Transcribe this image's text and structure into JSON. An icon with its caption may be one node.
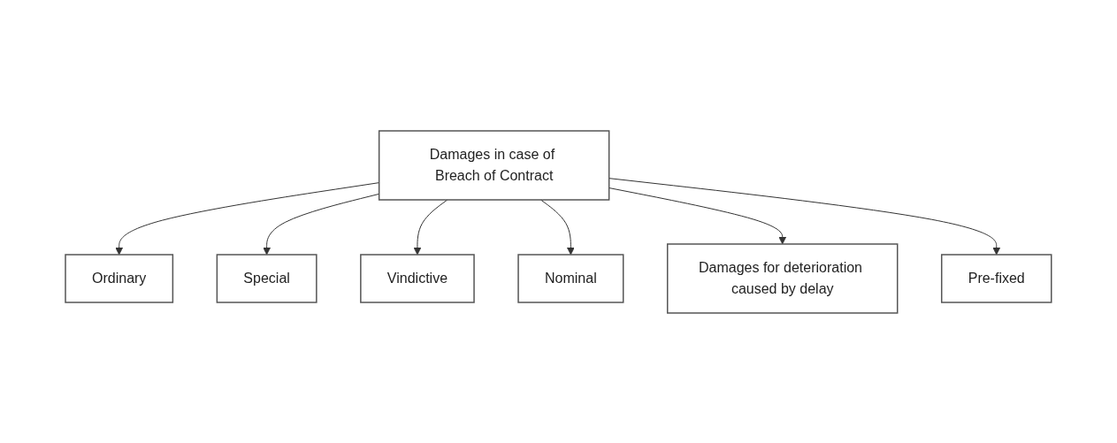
{
  "diagram": {
    "nodes": [
      {
        "text": [
          "Damages in case of Breach of Contract"
        ]
      },
      {
        "text": [
          "Ordinary"
        ]
      },
      {
        "text": [
          "Special"
        ]
      },
      {
        "text": [
          "Vindictive"
        ]
      },
      {
        "text": [
          "Nominal"
        ]
      },
      {
        "text": [
          "Damages for deterioration caused by delay"
        ]
      },
      {
        "text": [
          "Pre-fixed"
        ]
      }
    ],
    "edges": [
      {
        "from": 0,
        "to": 1,
        "arrow": "to"
      },
      {
        "from": 0,
        "to": 2,
        "arrow": "to"
      },
      {
        "from": 0,
        "to": 3,
        "arrow": "to"
      },
      {
        "from": 0,
        "to": 4,
        "arrow": "to"
      },
      {
        "from": 0,
        "to": 5,
        "arrow": "to"
      },
      {
        "from": 0,
        "to": 6,
        "arrow": "to"
      }
    ]
  }
}
